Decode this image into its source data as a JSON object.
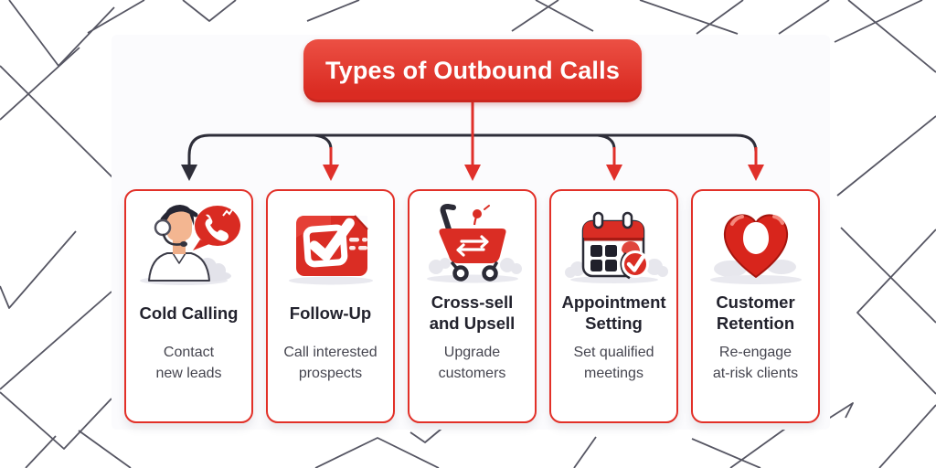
{
  "header": {
    "title": "Types of Outbound Calls"
  },
  "colors": {
    "accent_red": "#e0302a",
    "banner_red_top": "#ec5044",
    "banner_red_bottom": "#da2b22",
    "card_border_red": "#e23028",
    "connector_dark": "#2e2e39",
    "pattern_line": "#565663",
    "title_text": "#22222d",
    "description_text": "#45454f",
    "panel_background": "#fbfbfd"
  },
  "background": {
    "style": "scattered thin zigzag line pattern on white"
  },
  "connector": {
    "trunk_color": "#2e2e39",
    "center_arrow_color": "#e0302a"
  },
  "cards": [
    {
      "title": "Cold Calling",
      "description": "Contact\nnew leads",
      "icon": "cold-calling-agent-icon",
      "arrow_color": "#2e2e39"
    },
    {
      "title": "Follow-Up",
      "description": "Call interested\nprospects",
      "icon": "follow-up-checklist-icon",
      "arrow_color": "#e0302a"
    },
    {
      "title": "Cross-sell\nand Upsell",
      "description": "Upgrade\ncustomers",
      "icon": "cross-sell-cart-icon",
      "arrow_color": "#e0302a"
    },
    {
      "title": "Appointment\nSetting",
      "description": "Set qualified\nmeetings",
      "icon": "appointment-calendar-icon",
      "arrow_color": "#e0302a"
    },
    {
      "title": "Customer\nRetention",
      "description": "Re-engage\nat-risk clients",
      "icon": "customer-retention-heart-icon",
      "arrow_color": "#e0302a"
    }
  ]
}
